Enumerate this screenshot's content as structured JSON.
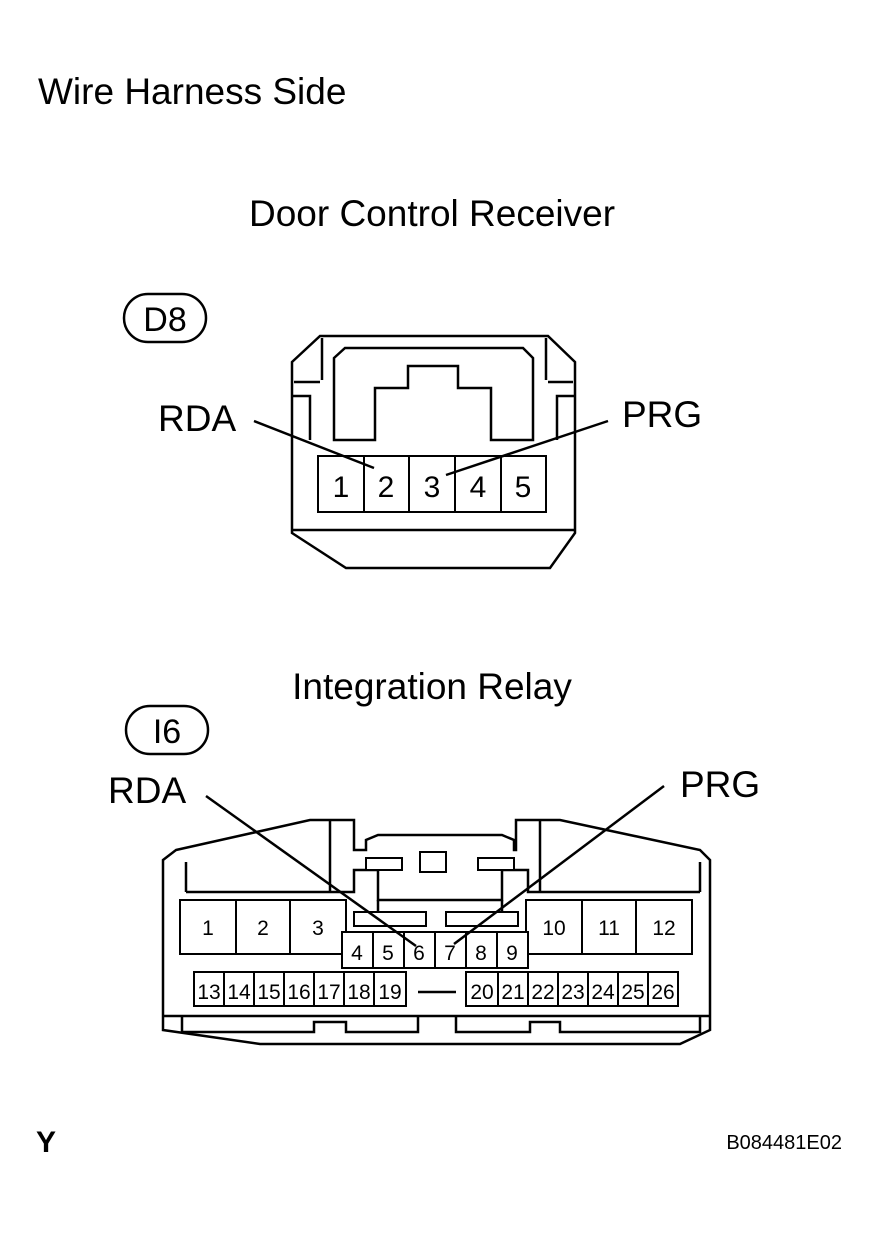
{
  "page_title": "Wire Harness Side",
  "connector_top": {
    "title": "Door Control Receiver",
    "code": "D8",
    "left_label": "RDA",
    "right_label": "PRG",
    "pins": [
      "1",
      "2",
      "3",
      "4",
      "5"
    ]
  },
  "connector_bottom": {
    "title": "Integration Relay",
    "code": "I6",
    "left_label": "RDA",
    "right_label": "PRG",
    "pins_large_left": [
      "1",
      "2",
      "3"
    ],
    "pins_large_right": [
      "10",
      "11",
      "12"
    ],
    "pins_middle": [
      "4",
      "5",
      "6",
      "7",
      "8",
      "9"
    ],
    "pins_bottom_left": [
      "13",
      "14",
      "15",
      "16",
      "17",
      "18",
      "19"
    ],
    "pins_bottom_right": [
      "20",
      "21",
      "22",
      "23",
      "24",
      "25",
      "26"
    ]
  },
  "footer": {
    "mark": "Y",
    "code": "B084481E02"
  }
}
